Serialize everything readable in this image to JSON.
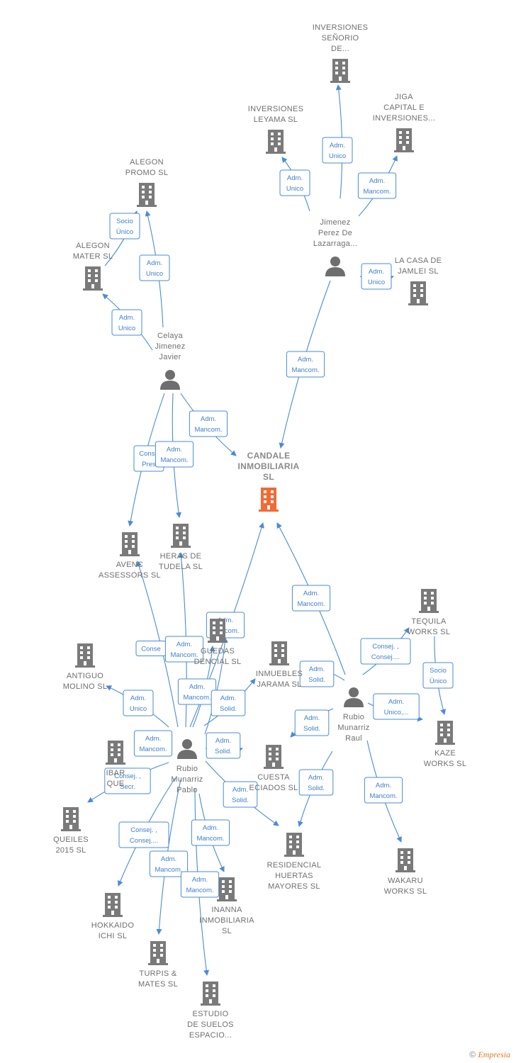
{
  "colors": {
    "edge": "#4a8bd6",
    "company": "#7a7a7a",
    "main_company": "#f26a35",
    "person": "#6e6e6e"
  },
  "nodes": [
    {
      "id": "inv_senorio",
      "kind": "company",
      "label": [
        "INVERSIONES",
        "SEÑORIO",
        "DE..."
      ]
    },
    {
      "id": "inv_leyama",
      "kind": "company",
      "label": [
        "INVERSIONES",
        "LEYAMA  SL"
      ]
    },
    {
      "id": "jiga",
      "kind": "company",
      "label": [
        "JIGA",
        "CAPITAL E",
        "INVERSIONES..."
      ]
    },
    {
      "id": "alegon_promo",
      "kind": "company",
      "label": [
        "ALEGON",
        "PROMO  SL"
      ]
    },
    {
      "id": "alegon_mater",
      "kind": "company",
      "label": [
        "ALEGON",
        "MATER  SL"
      ]
    },
    {
      "id": "jimenez",
      "kind": "person",
      "label": [
        "Jimenez",
        "Perez De",
        "Lazarraga..."
      ]
    },
    {
      "id": "casa_jamlei",
      "kind": "company",
      "label": [
        "LA CASA DE",
        "JAMLEI  SL"
      ]
    },
    {
      "id": "celaya",
      "kind": "person",
      "label": [
        "Celaya",
        "Jimenez",
        "Javier"
      ]
    },
    {
      "id": "candale",
      "kind": "main",
      "label": [
        "CANDALE",
        "INMOBILIARIA",
        "SL"
      ]
    },
    {
      "id": "avenc",
      "kind": "company",
      "label": [
        "AVENC",
        "ASSESSORS SL"
      ]
    },
    {
      "id": "heras",
      "kind": "company",
      "label": [
        "HERAS DE",
        "TUDELA  SL"
      ]
    },
    {
      "id": "tequila",
      "kind": "company",
      "label": [
        "TEQUILA",
        "WORKS SL"
      ]
    },
    {
      "id": "antiguo",
      "kind": "company",
      "label": [
        "ANTIGUO",
        "MOLINO  SL"
      ]
    },
    {
      "id": "guedas",
      "kind": "company",
      "label": [
        "GUEDAS",
        "DENCIAL SL"
      ]
    },
    {
      "id": "inmuebles",
      "kind": "company",
      "label": [
        "INMUEBLES",
        "JARAMA SL"
      ]
    },
    {
      "id": "rubio_raul",
      "kind": "person",
      "label": [
        "Rubio",
        "Munarriz",
        "Raul"
      ]
    },
    {
      "id": "kaze",
      "kind": "company",
      "label": [
        "KAZE",
        "WORKS  SL"
      ]
    },
    {
      "id": "ibar",
      "kind": "company",
      "label": [
        "IBAR",
        "QUE"
      ]
    },
    {
      "id": "rubio_pablo",
      "kind": "person",
      "label": [
        "Rubio",
        "Munarriz",
        "Pablo"
      ]
    },
    {
      "id": "cuesta",
      "kind": "company",
      "label": [
        "CUESTA",
        "ECIADOS SL"
      ]
    },
    {
      "id": "queiles",
      "kind": "company",
      "label": [
        "QUEILES",
        "2015  SL"
      ]
    },
    {
      "id": "residencial",
      "kind": "company",
      "label": [
        "RESIDENCIAL",
        "HUERTAS",
        "MAYORES  SL"
      ]
    },
    {
      "id": "wakaru",
      "kind": "company",
      "label": [
        "WAKARU",
        "WORKS SL"
      ]
    },
    {
      "id": "hokkaido",
      "kind": "company",
      "label": [
        "HOKKAIDO",
        "ICHI SL"
      ]
    },
    {
      "id": "inanna",
      "kind": "company",
      "label": [
        "INANNA",
        "INMOBILIARIA",
        "SL"
      ]
    },
    {
      "id": "turpis",
      "kind": "company",
      "label": [
        "TURPIS &",
        "MATES  SL"
      ]
    },
    {
      "id": "estudio",
      "kind": "company",
      "label": [
        "ESTUDIO",
        "DE SUELOS",
        "ESPACIO..."
      ]
    }
  ],
  "relations": [
    {
      "id": "r1",
      "from": "jimenez",
      "to": "inv_leyama",
      "label": [
        "Adm.",
        "Unico"
      ]
    },
    {
      "id": "r2",
      "from": "jimenez",
      "to": "inv_senorio",
      "label": [
        "Adm.",
        "Unico"
      ]
    },
    {
      "id": "r3",
      "from": "jimenez",
      "to": "jiga",
      "label": [
        "Adm.",
        "Mancom."
      ]
    },
    {
      "id": "r4",
      "from": "jimenez",
      "to": "casa_jamlei",
      "label": [
        "Adm.",
        "Unico"
      ]
    },
    {
      "id": "r5",
      "from": "jimenez",
      "to": "candale",
      "label": [
        "Adm.",
        "Mancom."
      ]
    },
    {
      "id": "r6",
      "from": "alegon_mater",
      "to": "alegon_promo",
      "label": [
        "Socio",
        "Único"
      ]
    },
    {
      "id": "r7",
      "from": "celaya",
      "to": "alegon_promo",
      "label": [
        "Adm.",
        "Unico"
      ]
    },
    {
      "id": "r8",
      "from": "celaya",
      "to": "alegon_mater",
      "label": [
        "Adm.",
        "Unico"
      ]
    },
    {
      "id": "r9",
      "from": "celaya",
      "to": "candale",
      "label": [
        "Adm.",
        "Mancom."
      ]
    },
    {
      "id": "r10",
      "from": "celaya",
      "to": "avenc",
      "label": [
        "Conse",
        "Pres"
      ]
    },
    {
      "id": "r11",
      "from": "celaya",
      "to": "heras",
      "label": [
        "Adm.",
        "Mancom."
      ]
    },
    {
      "id": "r12",
      "from": "rubio_pablo",
      "to": "candale",
      "label": [
        "Adm.",
        "Mancom."
      ]
    },
    {
      "id": "r13",
      "from": "rubio_pablo",
      "to": "avenc",
      "label": [
        "Conse"
      ]
    },
    {
      "id": "r14",
      "from": "rubio_pablo",
      "to": "heras",
      "label": [
        "Adm.",
        "Mancom."
      ]
    },
    {
      "id": "r15",
      "from": "rubio_pablo",
      "to": "guedas",
      "label": [
        "Adm.",
        "Mancom."
      ]
    },
    {
      "id": "r16",
      "from": "rubio_pablo",
      "to": "inmuebles",
      "label": [
        "Adm.",
        "Solid."
      ]
    },
    {
      "id": "r17",
      "from": "rubio_pablo",
      "to": "antiguo",
      "label": [
        "Adm.",
        "Unico"
      ]
    },
    {
      "id": "r18",
      "from": "rubio_pablo",
      "to": "ibar",
      "label": [
        "Adm.",
        "Mancom."
      ]
    },
    {
      "id": "r19",
      "from": "rubio_pablo",
      "to": "cuesta",
      "label": [
        "Adm.",
        "Solid."
      ]
    },
    {
      "id": "r20",
      "from": "rubio_pablo",
      "to": "queiles",
      "label": [
        "Consej. ,",
        "Secr."
      ]
    },
    {
      "id": "r21",
      "from": "rubio_pablo",
      "to": "residencial",
      "label": [
        "Adm.",
        "Solid."
      ]
    },
    {
      "id": "r22",
      "from": "rubio_pablo",
      "to": "hokkaido",
      "label": [
        "Consej. ,",
        "Consej...."
      ]
    },
    {
      "id": "r23",
      "from": "rubio_pablo",
      "to": "inanna",
      "label": [
        "Adm.",
        "Mancom."
      ]
    },
    {
      "id": "r24",
      "from": "rubio_pablo",
      "to": "turpis",
      "label": [
        "Adm.",
        "Mancom."
      ]
    },
    {
      "id": "r25",
      "from": "rubio_pablo",
      "to": "estudio",
      "label": [
        "Adm.",
        "Mancom."
      ]
    },
    {
      "id": "r26",
      "from": "rubio_raul",
      "to": "candale",
      "label": [
        "Adm.",
        "Mancom."
      ]
    },
    {
      "id": "r27",
      "from": "rubio_raul",
      "to": "tequila",
      "label": [
        "Consej. ,",
        "Consej...."
      ]
    },
    {
      "id": "r28",
      "from": "tequila",
      "to": "kaze",
      "label": [
        "Socio",
        "Único"
      ]
    },
    {
      "id": "r29",
      "from": "rubio_raul",
      "to": "kaze",
      "label": [
        "Adm.",
        "Unico,..."
      ]
    },
    {
      "id": "r30",
      "from": "rubio_raul",
      "to": "inmuebles",
      "label": [
        "Adm.",
        "Solid."
      ]
    },
    {
      "id": "r31",
      "from": "rubio_raul",
      "to": "cuesta",
      "label": [
        "Adm.",
        "Solid."
      ]
    },
    {
      "id": "r32",
      "from": "rubio_raul",
      "to": "residencial",
      "label": [
        "Adm.",
        "Solid."
      ]
    },
    {
      "id": "r33",
      "from": "rubio_raul",
      "to": "wakaru",
      "label": [
        "Adm.",
        "Mancom."
      ]
    },
    {
      "id": "r34",
      "from": "rubio_pablo",
      "to": "guedas",
      "label": [
        "Adm.",
        "Mancom."
      ]
    }
  ],
  "footer": {
    "copyright": "©",
    "brand": "Empresia"
  }
}
